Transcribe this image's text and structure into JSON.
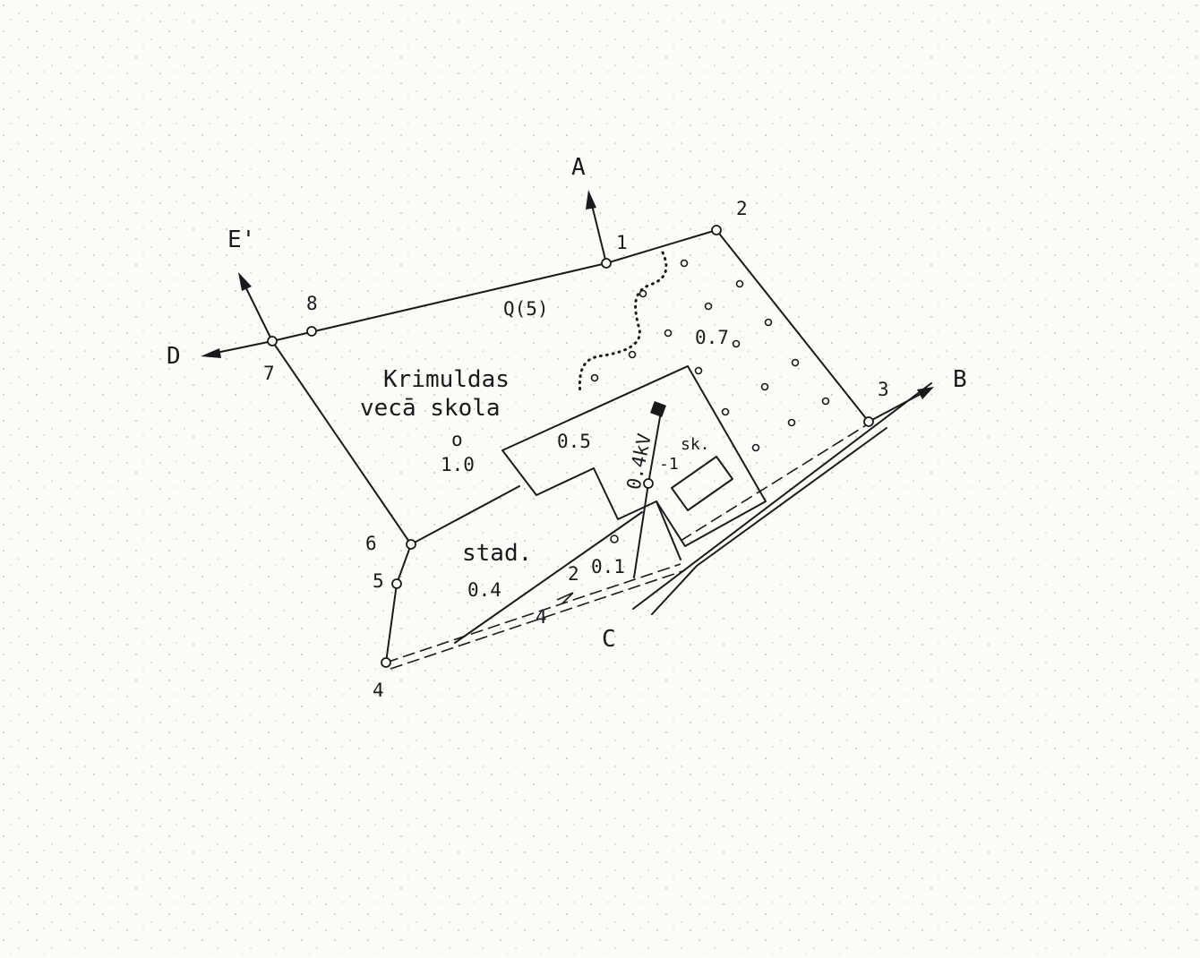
{
  "directions": {
    "a": "A",
    "b": "B",
    "c": "C",
    "d": "D",
    "e": "E'"
  },
  "points": {
    "p1": "1",
    "p2": "2",
    "p3": "3",
    "p4": "4",
    "p5": "5",
    "p6": "6",
    "p7": "7",
    "p8": "8"
  },
  "labels": {
    "orchard_top": "Q(5)",
    "school_line1": "Krimuldas",
    "school_line2": "vecā skola",
    "area_school_value": "1.0",
    "area_building": "0.5",
    "area_orchard": "0.7",
    "stadium": "stad.",
    "area_stadium": "0.4",
    "area_small": "0.1",
    "voltage": "0.4kV",
    "shed": "sk.",
    "pole_mark": "-1",
    "mark_two": "2",
    "mark_four": "4"
  }
}
